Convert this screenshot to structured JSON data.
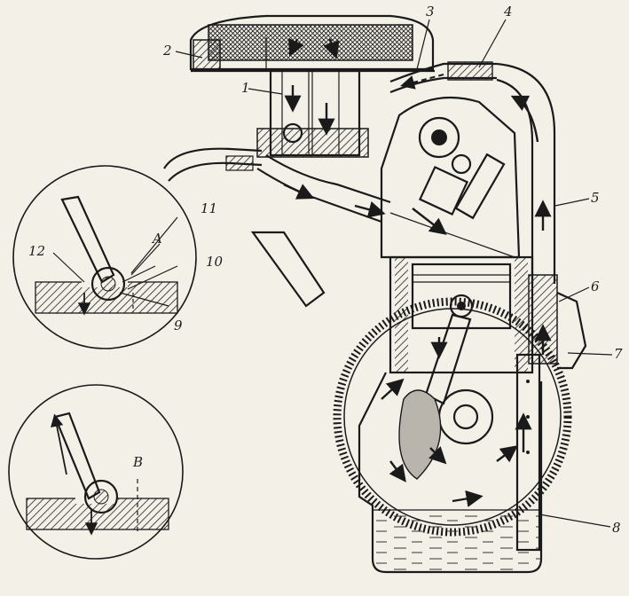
{
  "callouts": {
    "c1": "1",
    "c2": "2",
    "c3": "3",
    "c4": "4",
    "c5": "5",
    "c6": "6",
    "c7": "7",
    "c8": "8",
    "c9": "9",
    "c10": "10",
    "c11": "11",
    "c12": "12",
    "cA": "A",
    "cB": "B"
  }
}
